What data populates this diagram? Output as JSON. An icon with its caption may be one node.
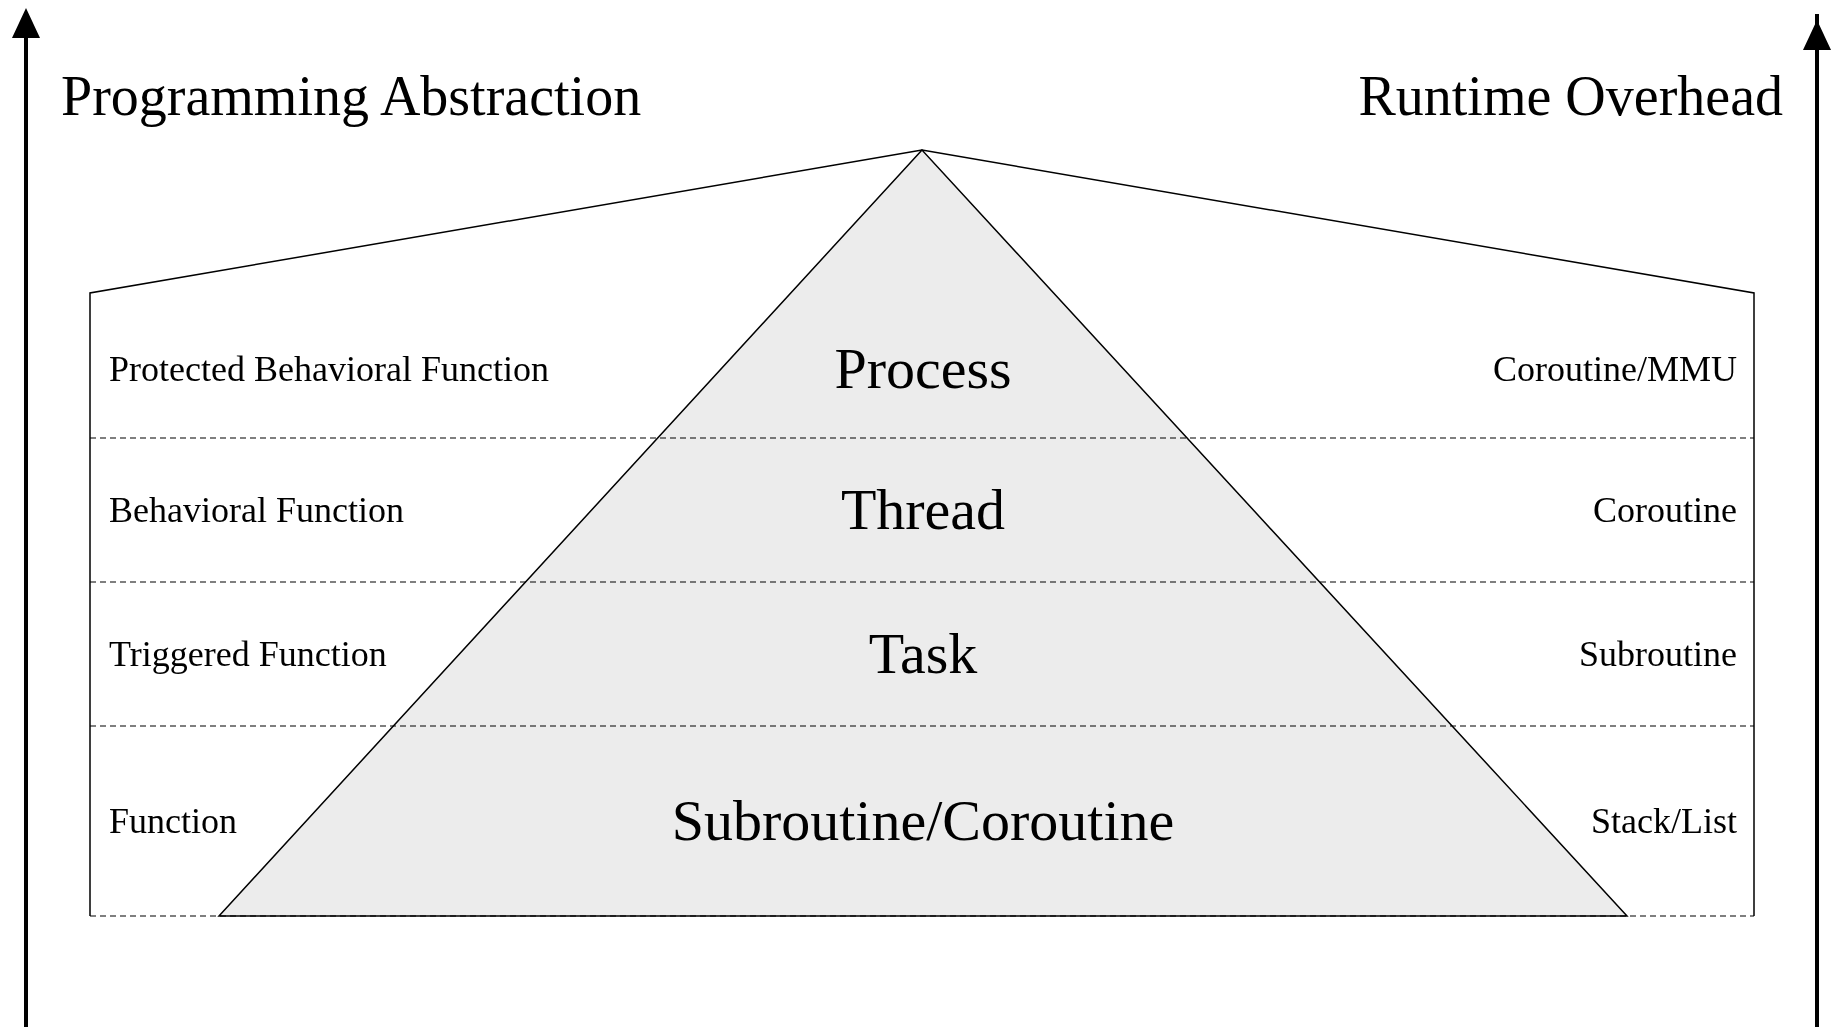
{
  "diagram": {
    "nodes": [
      {
        "text": [
          "Protected Behavioral Function",
          "Process",
          "Coroutine/MMU"
        ]
      },
      {
        "text": [
          "Behavioral Function",
          "Thread",
          "Coroutine"
        ]
      },
      {
        "text": [
          "Triggered Function",
          "Task",
          "Subroutine"
        ]
      },
      {
        "text": [
          "Function",
          "Subroutine/Coroutine",
          "Stack/List"
        ]
      }
    ],
    "labels": [
      "Programming Abstraction",
      "Runtime Overhead"
    ]
  }
}
